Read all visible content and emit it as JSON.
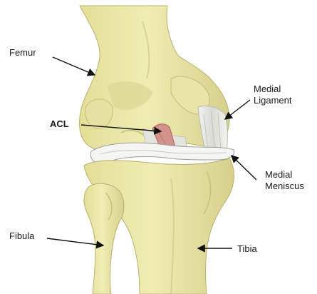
{
  "labels": {
    "femur": "Femur",
    "acl": "ACL",
    "medial_ligament": [
      "Medial",
      "Ligament"
    ],
    "medial_meniscus": [
      "Medial",
      "Meniscus"
    ],
    "fibula": "Fibula",
    "tibia": "Tibia"
  },
  "colors": {
    "bone": "#ece9a9",
    "bone_shadow": "#cfc885",
    "bone_outline": "#b7ae6a",
    "ligament": "#e8e8e4",
    "acl": "#d08f8a",
    "meniscus": "#f4f4f2",
    "leader_line": "#111111"
  }
}
